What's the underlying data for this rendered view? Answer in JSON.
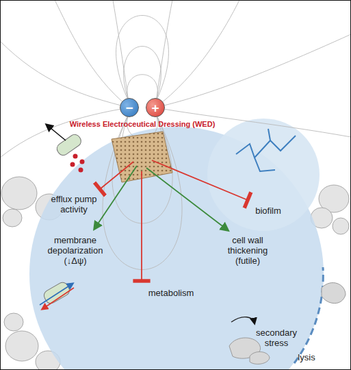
{
  "diagram": {
    "nodes": [
      {
        "text": [
          "−"
        ]
      },
      {
        "text": [
          "+"
        ]
      }
    ],
    "labels": [
      "Wireless Electroceutical Dressing (WED)",
      "efflux pump activity",
      "membrane depolarization (↓Δψ)",
      "metabolism",
      "cell wall thickening (futile)",
      "biofilm",
      "secondary stress",
      "lysis"
    ]
  }
}
